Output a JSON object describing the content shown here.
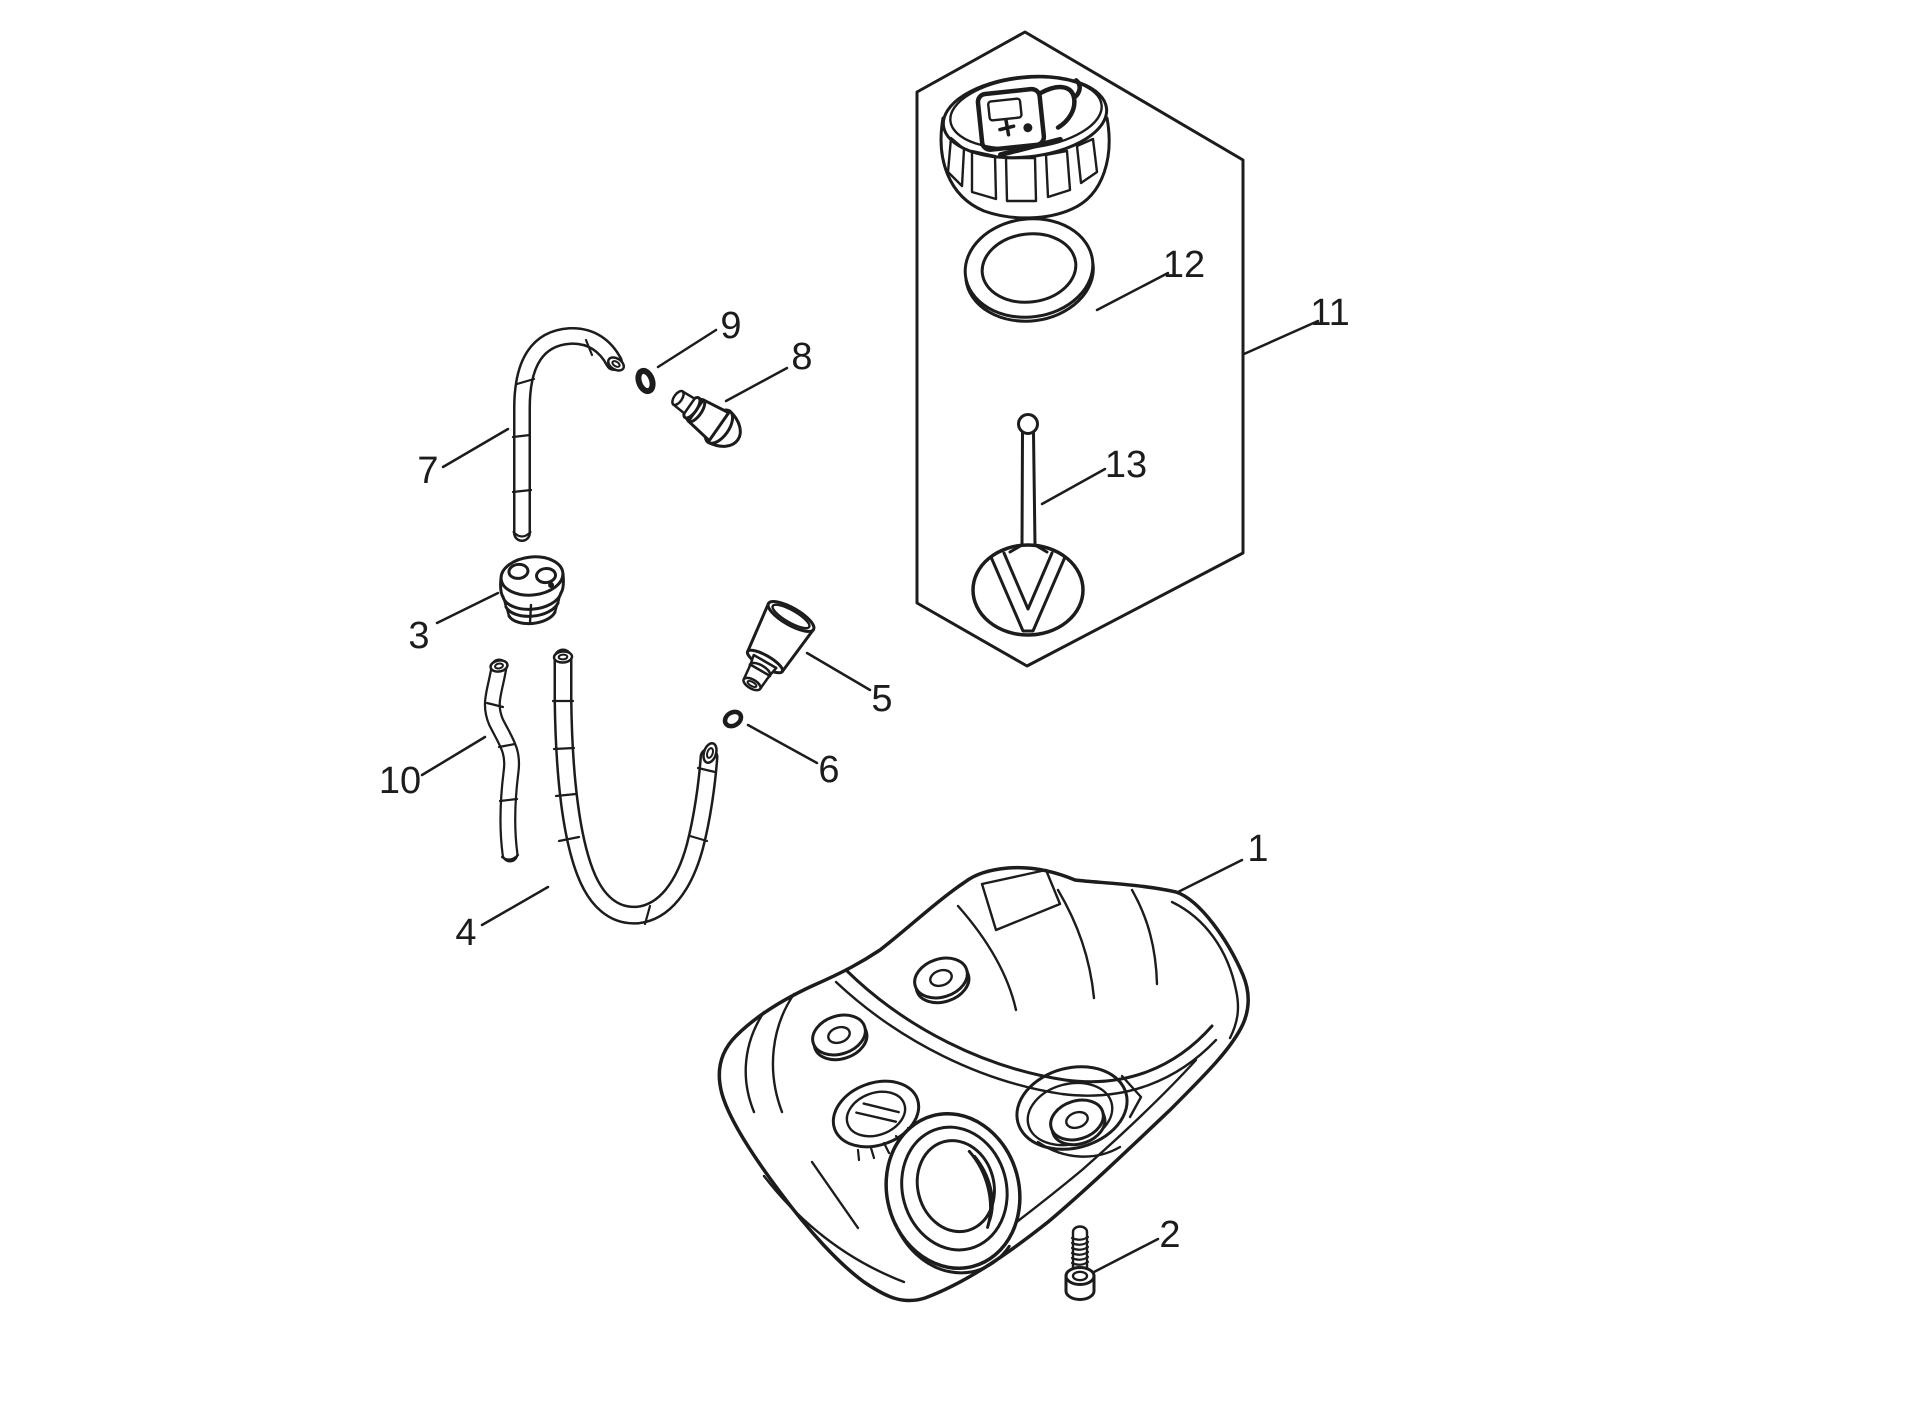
{
  "figure": {
    "kind": "exploded-parts-diagram",
    "background_color": "#ffffff",
    "line_color": "#1c1c1c"
  },
  "callouts": [
    {
      "label": "1"
    },
    {
      "label": "2"
    },
    {
      "label": "3"
    },
    {
      "label": "4"
    },
    {
      "label": "5"
    },
    {
      "label": "6"
    },
    {
      "label": "7"
    },
    {
      "label": "8"
    },
    {
      "label": "9"
    },
    {
      "label": "10"
    },
    {
      "label": "11"
    },
    {
      "label": "12"
    },
    {
      "label": "13"
    }
  ]
}
